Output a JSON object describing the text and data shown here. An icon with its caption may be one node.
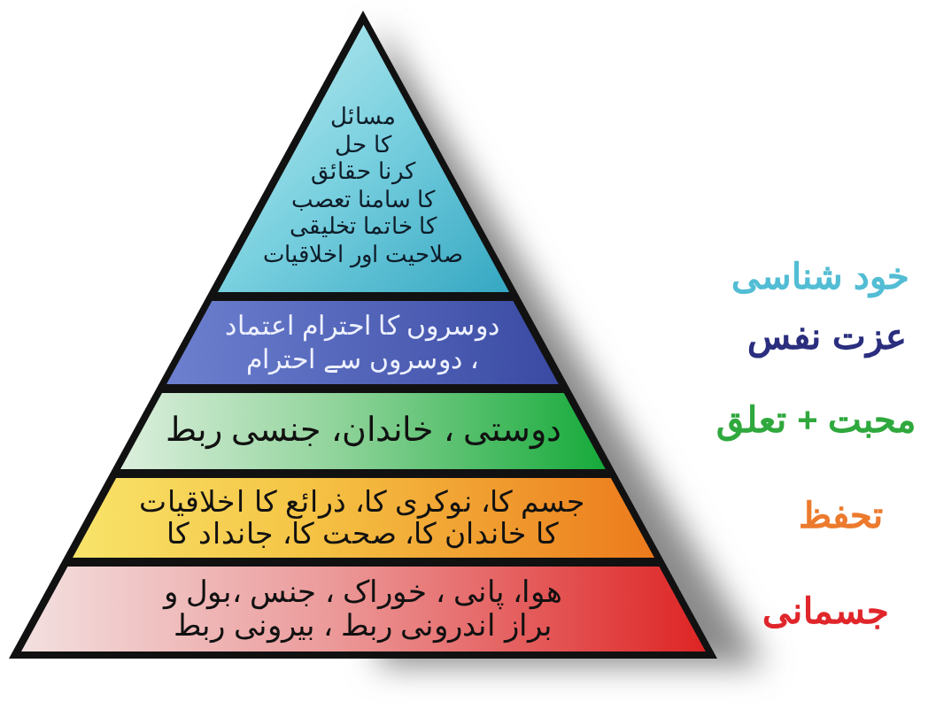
{
  "diagram": {
    "nodes": [
      {
        "text": [
          "مسائل کا حل کرنا حقائق کا سامنا تعصب کا خاتما تخلیقی صلاحیت اور اخلاقیات"
        ]
      },
      {
        "text": [
          "دوسروں کا احترام اعتماد ، دوسروں سے احترام"
        ]
      },
      {
        "text": [
          "دوستی ، خاندان، جنسی ربط"
        ]
      },
      {
        "text": [
          "جسم کا، نوکری کا، ذرائع کا اخلاقیات کا خاندان کا، صحت کا، جانداد کا"
        ]
      },
      {
        "text": [
          "هوا، پانی ، خوراک ، جنس ،بول و براز اندرونی ربط ، بیرونی ربط"
        ]
      }
    ],
    "labels": [
      "خود شناسی",
      "عزت نفس",
      "محبت + تعلق",
      "تحفظ",
      "جسمانی"
    ]
  }
}
